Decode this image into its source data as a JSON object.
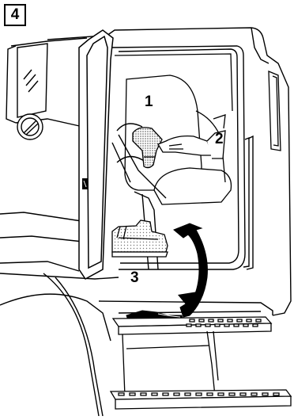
{
  "figure": {
    "step_number": "4",
    "callouts": [
      "1",
      "2",
      "3"
    ],
    "depicts": [
      "truck-cab",
      "open-door",
      "grab-handle",
      "steering-wheel",
      "boots",
      "steps",
      "curved-arrow"
    ]
  },
  "colors": {
    "line": "#000000",
    "fill": "#ffffff",
    "stipple": "#b9b9b9"
  }
}
